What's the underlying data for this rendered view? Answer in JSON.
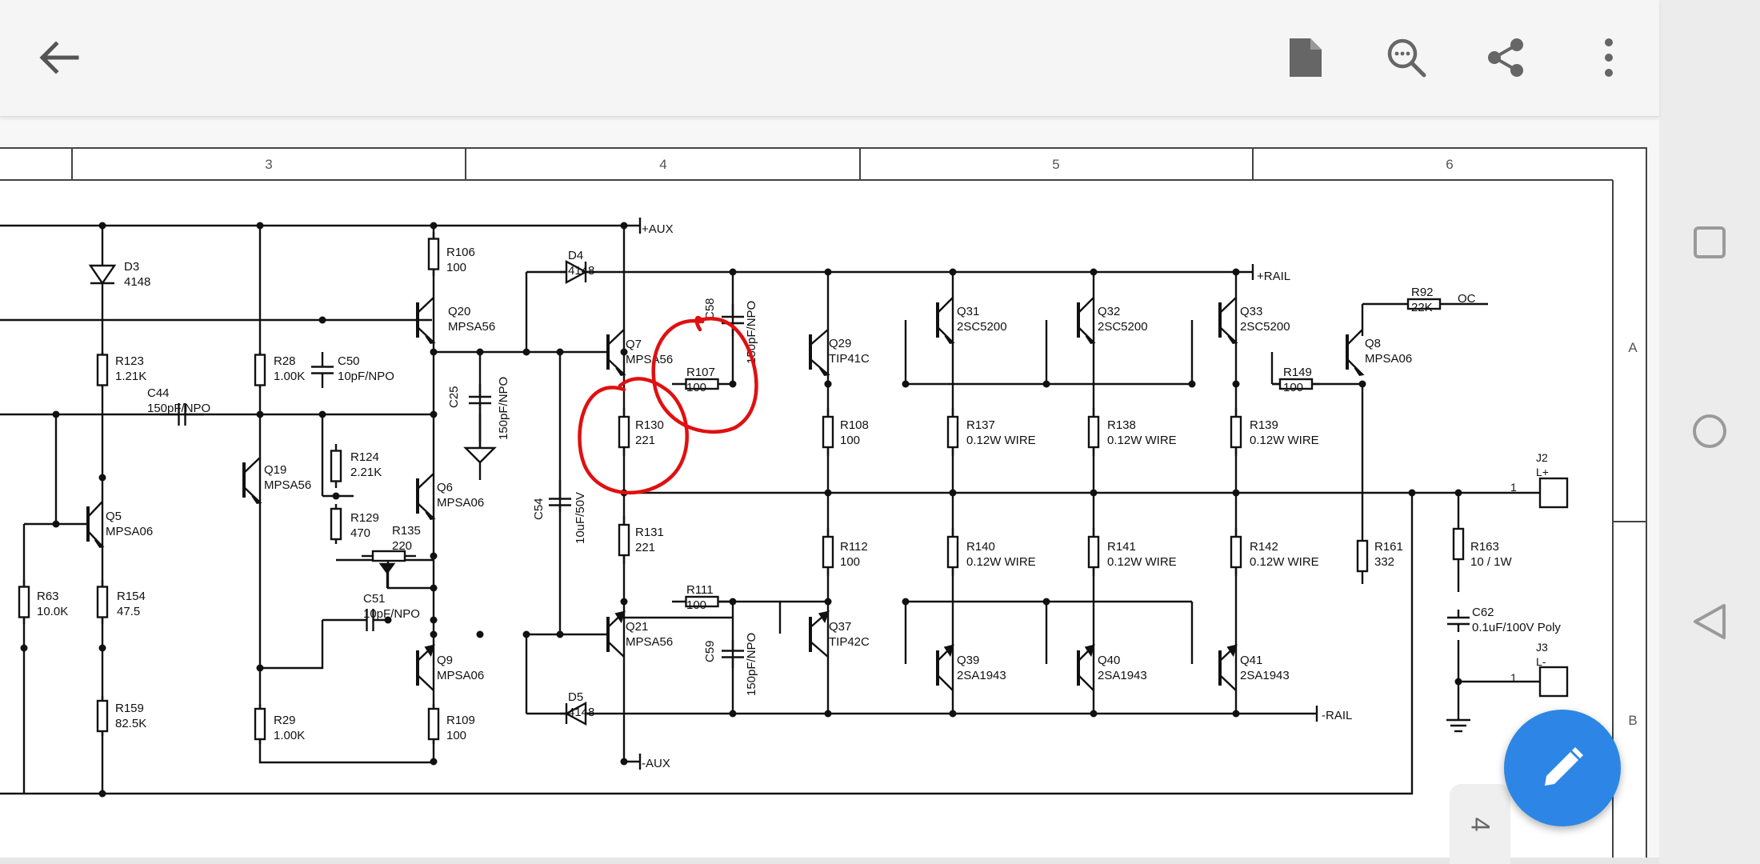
{
  "app": {
    "accent_color": "#2d86e5",
    "back_icon": "arrow-left-icon",
    "toolbar_icons": [
      "document-icon",
      "search-icon",
      "share-icon",
      "more-vert-icon"
    ]
  },
  "nav": {
    "icons": [
      "square-icon",
      "circle-icon",
      "triangle-back-icon"
    ]
  },
  "page_badge": "4",
  "schematic": {
    "columns": [
      "3",
      "4",
      "5",
      "6"
    ],
    "rows": [
      "A",
      "B"
    ],
    "rails": {
      "pos_aux": "+AUX",
      "neg_aux": "-AUX",
      "pos_rail": "+RAIL",
      "neg_rail": "-RAIL",
      "oc": "OC"
    },
    "connectors": {
      "j2_ref": "J2",
      "j2_pin_name": "L+",
      "j3_ref": "J3",
      "j3_pin_name": "L-",
      "pin": "1"
    },
    "components": {
      "D3": {
        "ref": "D3",
        "val": "4148"
      },
      "D4": {
        "ref": "D4",
        "val": "4148"
      },
      "D5": {
        "ref": "D5",
        "val": "4148"
      },
      "R106": {
        "ref": "R106",
        "val": "100"
      },
      "R123": {
        "ref": "R123",
        "val": "1.21K"
      },
      "R28": {
        "ref": "R28",
        "val": "1.00K"
      },
      "C50": {
        "ref": "C50",
        "val": "10pF/NPO"
      },
      "C44": {
        "ref": "C44",
        "val": "150pF/NPO"
      },
      "Q20": {
        "ref": "Q20",
        "val": "MPSA56"
      },
      "C25": {
        "ref": "C25",
        "val": "150pF/NPO"
      },
      "Q7": {
        "ref": "Q7",
        "val": "MPSA56"
      },
      "R107": {
        "ref": "R107",
        "val": "100"
      },
      "C58": {
        "ref": "C58",
        "val": "150pF/NPO"
      },
      "Q29": {
        "ref": "Q29",
        "val": "TIP41C"
      },
      "Q31": {
        "ref": "Q31",
        "val": "2SC5200"
      },
      "Q32": {
        "ref": "Q32",
        "val": "2SC5200"
      },
      "Q33": {
        "ref": "Q33",
        "val": "2SC5200"
      },
      "R92": {
        "ref": "R92",
        "val": "22K"
      },
      "Q8": {
        "ref": "Q8",
        "val": "MPSA06"
      },
      "R149": {
        "ref": "R149",
        "val": "100"
      },
      "R130": {
        "ref": "R130",
        "val": "221"
      },
      "R108": {
        "ref": "R108",
        "val": "100"
      },
      "R137": {
        "ref": "R137",
        "val": "0.12W WIRE"
      },
      "R138": {
        "ref": "R138",
        "val": "0.12W WIRE"
      },
      "R139": {
        "ref": "R139",
        "val": "0.12W WIRE"
      },
      "Q19": {
        "ref": "Q19",
        "val": "MPSA56"
      },
      "R124": {
        "ref": "R124",
        "val": "2.21K"
      },
      "Q6": {
        "ref": "Q6",
        "val": "MPSA06"
      },
      "C54": {
        "ref": "C54",
        "val": "10uF/50V"
      },
      "Q5": {
        "ref": "Q5",
        "val": "MPSA06"
      },
      "R129": {
        "ref": "R129",
        "val": "470"
      },
      "R135": {
        "ref": "R135",
        "val": "220"
      },
      "R131": {
        "ref": "R131",
        "val": "221"
      },
      "R112": {
        "ref": "R112",
        "val": "100"
      },
      "R140": {
        "ref": "R140",
        "val": "0.12W WIRE"
      },
      "R141": {
        "ref": "R141",
        "val": "0.12W WIRE"
      },
      "R142": {
        "ref": "R142",
        "val": "0.12W WIRE"
      },
      "R161": {
        "ref": "R161",
        "val": "332"
      },
      "R163": {
        "ref": "R163",
        "val": "10 / 1W"
      },
      "R63": {
        "ref": "R63",
        "val": "10.0K"
      },
      "R154": {
        "ref": "R154",
        "val": "47.5"
      },
      "C51": {
        "ref": "C51",
        "val": "10pF/NPO"
      },
      "R111": {
        "ref": "R111",
        "val": "100"
      },
      "Q21": {
        "ref": "Q21",
        "val": "MPSA56"
      },
      "Q37": {
        "ref": "Q37",
        "val": "TIP42C"
      },
      "C62": {
        "ref": "C62",
        "val": "0.1uF/100V Poly"
      },
      "Q9": {
        "ref": "Q9",
        "val": "MPSA06"
      },
      "C59": {
        "ref": "C59",
        "val": "150pF/NPO"
      },
      "Q39": {
        "ref": "Q39",
        "val": "2SA1943"
      },
      "Q40": {
        "ref": "Q40",
        "val": "2SA1943"
      },
      "Q41": {
        "ref": "Q41",
        "val": "2SA1943"
      },
      "R159": {
        "ref": "R159",
        "val": "82.5K"
      },
      "R29": {
        "ref": "R29",
        "val": "1.00K"
      },
      "R109": {
        "ref": "R109",
        "val": "100"
      }
    }
  }
}
